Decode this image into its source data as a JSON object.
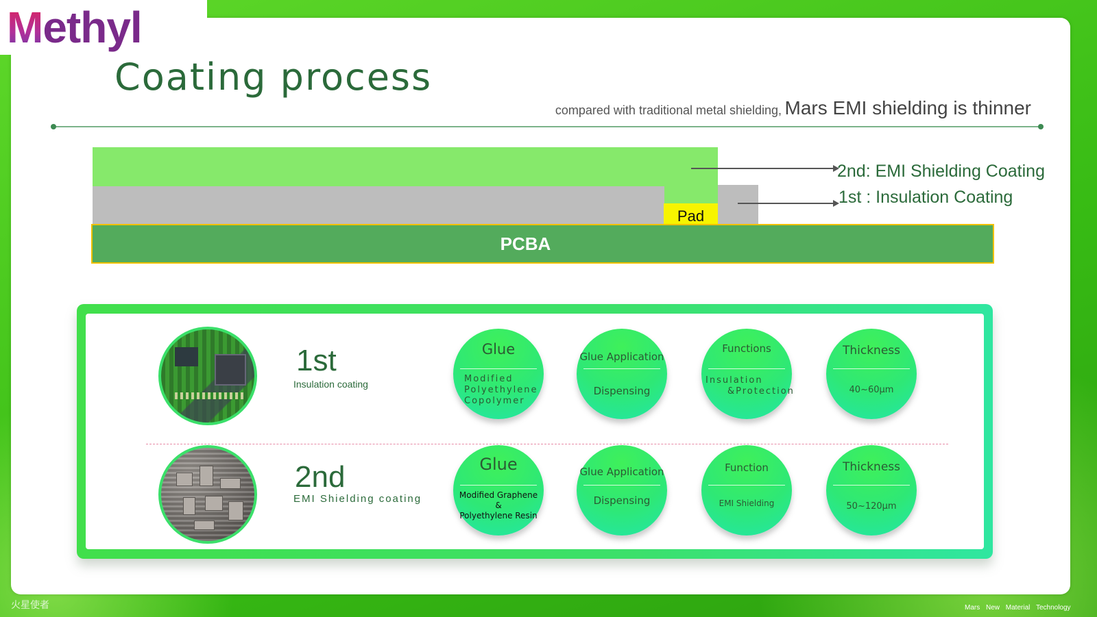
{
  "brand": {
    "logo_text": "ethyl",
    "logo_mark": "M"
  },
  "header": {
    "title": "Coating process",
    "subtitle_small": "compared with traditional metal shielding,",
    "subtitle_big": "Mars EMI shielding is thinner"
  },
  "diagram": {
    "pad_label": "Pad",
    "pcba_label": "PCBA",
    "layer2_label": "2nd:   EMI Shielding  Coating",
    "layer1_label": "1st  :   Insulation Coating",
    "colors": {
      "emi": "#86e96b",
      "insulation": "#bdbdbd",
      "pad": "#f7f400",
      "pcba": "#53ab5c"
    }
  },
  "steps": [
    {
      "num": "1st",
      "sub": "Insulation coating",
      "bubbles": [
        {
          "head": "Glue",
          "body": [
            "Modified",
            "Polyethylene",
            "Copolymer"
          ]
        },
        {
          "head": "Glue Application",
          "body": [
            "Dispensing"
          ]
        },
        {
          "head": "Functions",
          "body": [
            "Insulation",
            "&Protection"
          ]
        },
        {
          "head": "Thickness",
          "body": [
            "40~60μm"
          ]
        }
      ]
    },
    {
      "num": "2nd",
      "sub": "EMI Shielding coating",
      "bubbles": [
        {
          "head": "Glue",
          "body": [
            "Modified Graphene",
            "&",
            "Polyethylene Resin"
          ]
        },
        {
          "head": "Glue Application",
          "body": [
            "Dispensing"
          ]
        },
        {
          "head": "Function",
          "body": [
            "EMI Shielding"
          ]
        },
        {
          "head": "Thickness",
          "body": [
            "50~120μm"
          ]
        }
      ]
    }
  ],
  "footer": {
    "left": "火星使者",
    "right": "Mars  New  Material  Technology"
  }
}
